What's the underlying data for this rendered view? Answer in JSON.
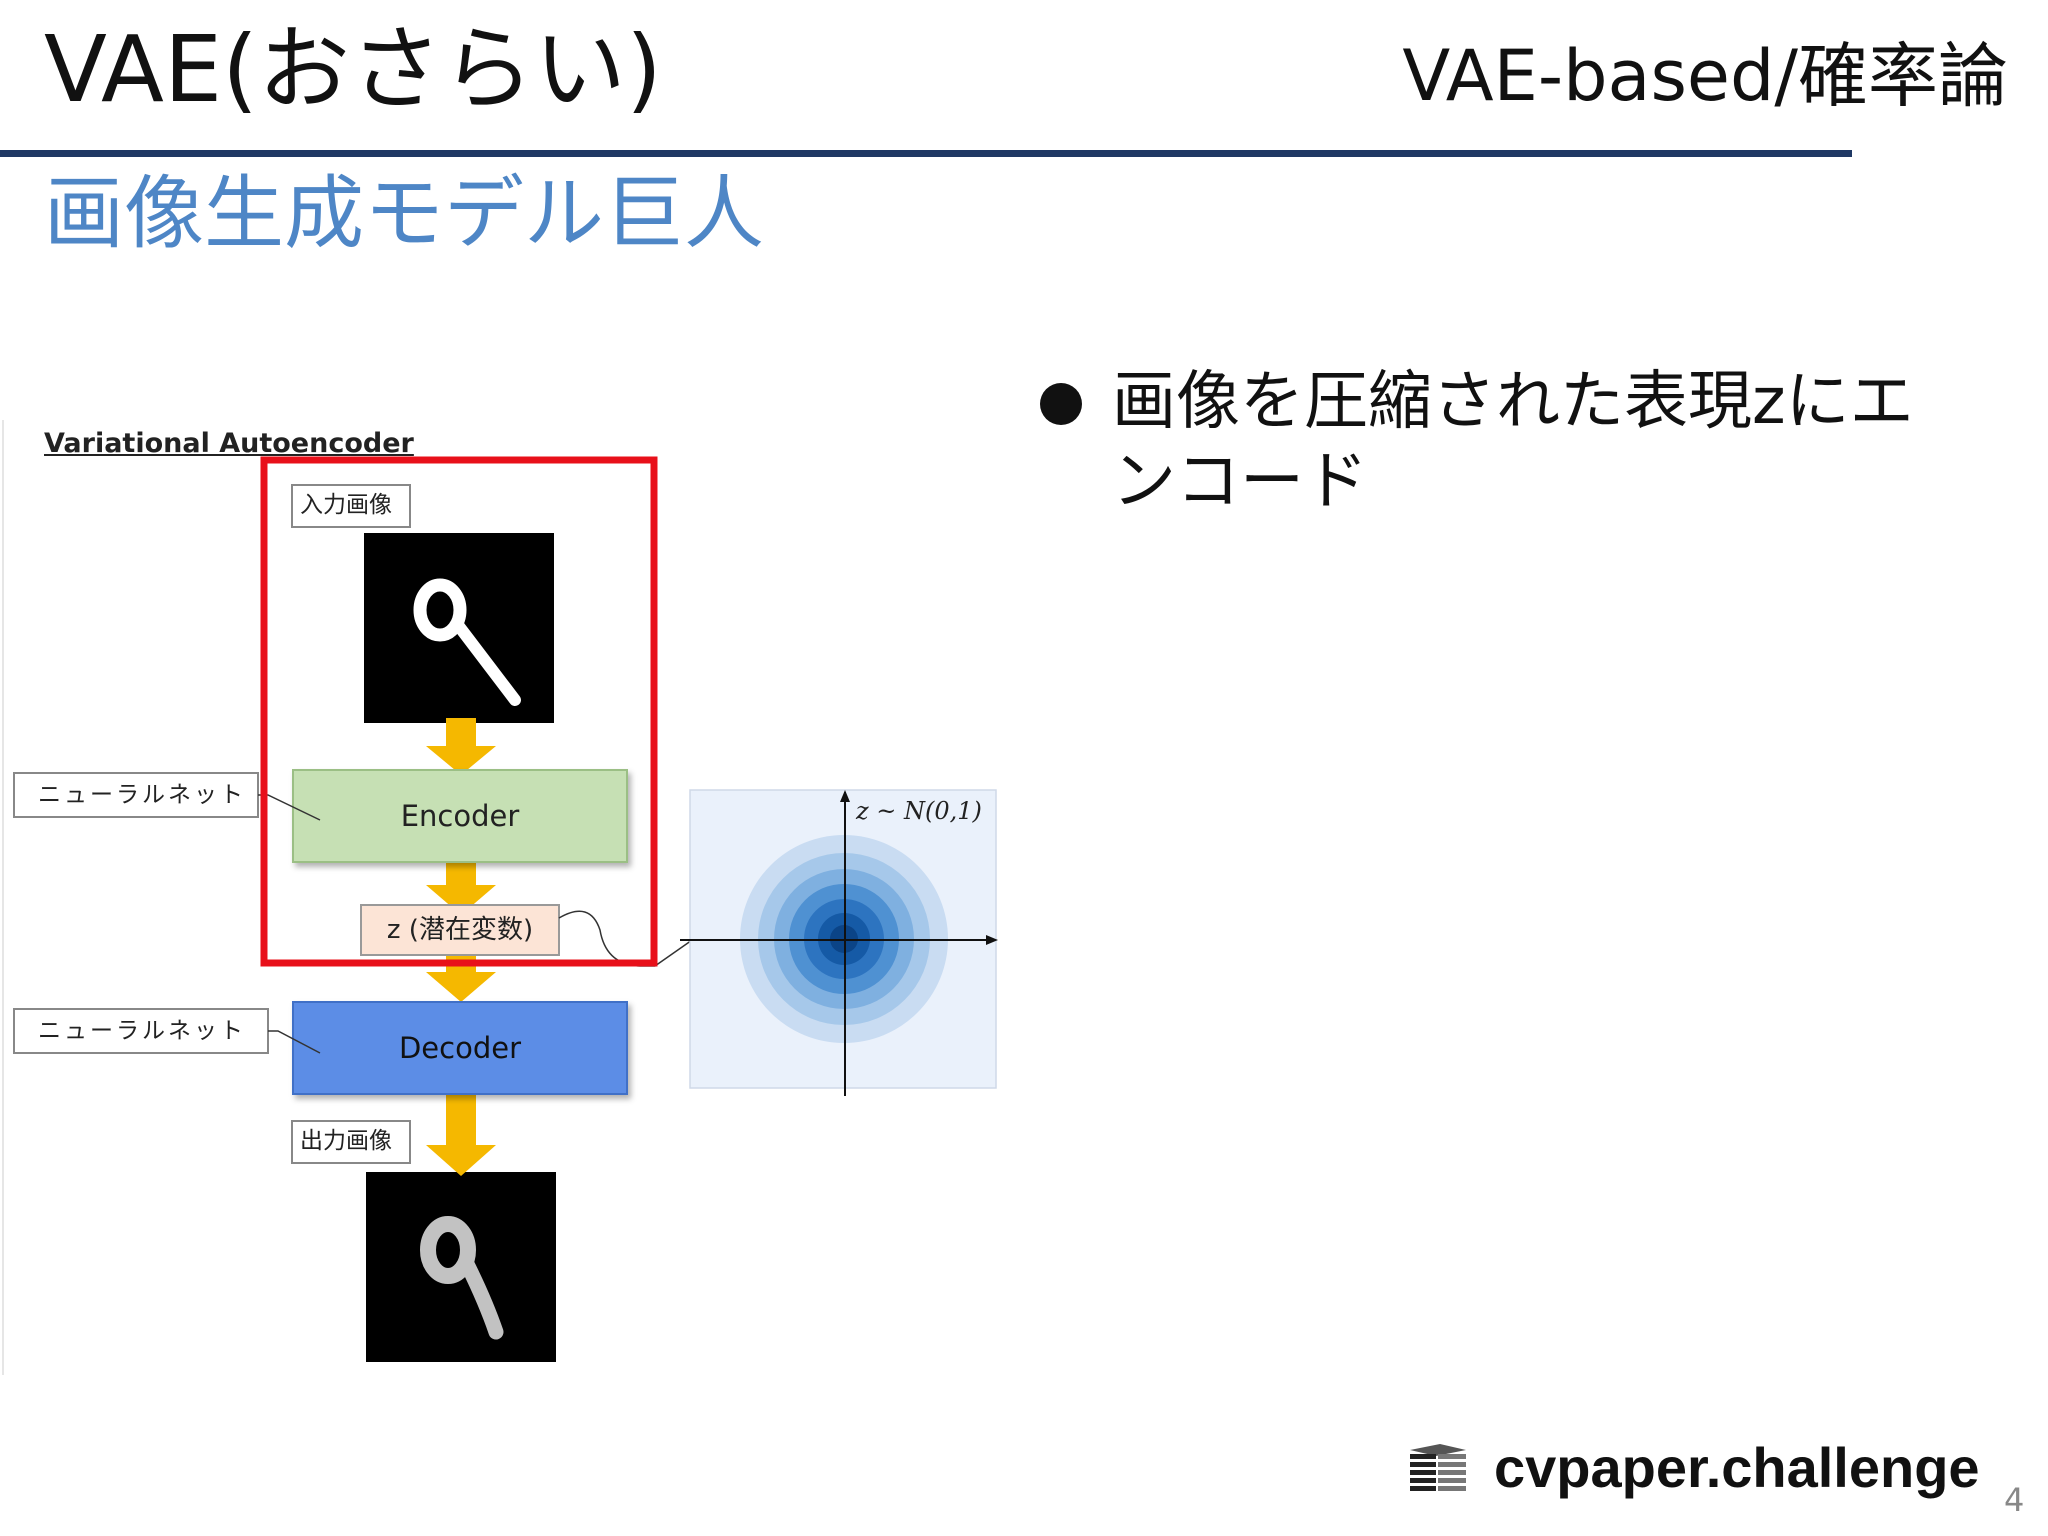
{
  "header": {
    "title": "VAE(おさらい)",
    "topic": "VAE-based/確率論",
    "subtitle": "画像生成モデル巨人",
    "rule_color": "#1f3864",
    "subtitle_color": "#4e86c6"
  },
  "bullets": [
    {
      "text": "画像を圧縮された表現zにエンコード"
    }
  ],
  "diagram": {
    "heading": "Variational Autoencoder",
    "input_label": "入力画像",
    "encoder_label": "Encoder",
    "latent_label": "z (潜在変数)",
    "decoder_label": "Decoder",
    "output_label": "出力画像",
    "nn_label_encoder": "ニューラルネット",
    "nn_label_decoder": "ニューラルネット",
    "prior_formula": "z ~ N(0,1)",
    "highlight_color": "#e8101a",
    "encoder_color": "#c6e0b4",
    "decoder_color": "#5b8de6",
    "arrow_color": "#f5b800"
  },
  "footer": {
    "logo_text": "cvpaper.challenge",
    "logo_icon": "stacked-layers-icon",
    "page_number": "4"
  }
}
